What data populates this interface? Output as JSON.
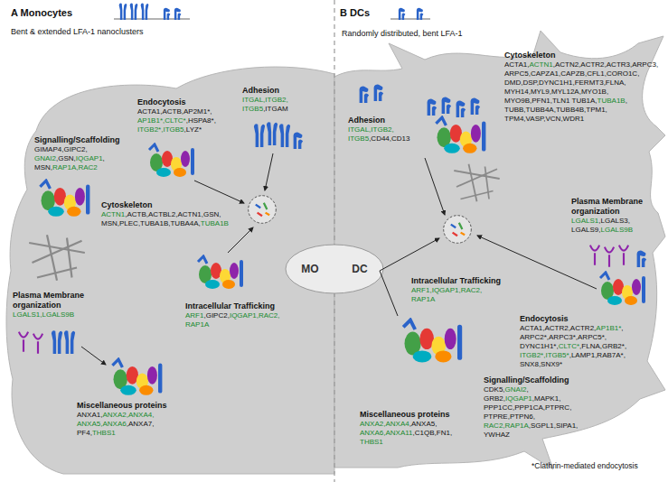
{
  "diagram": {
    "nodes": [
      {
        "text": [
          "A Monocytes"
        ]
      },
      {
        "text": [
          "Signalling/Scaffolding",
          "GIMAP4,GIPC2, ",
          "GNAI2",
          ",GSN,",
          "IQGAP1",
          ", MSN,",
          "RAP1A,RAC2"
        ],
        "in": 0
      },
      {
        "text": [
          "Endocytosis",
          "ACTA1,ACTB,AP2M1*, ",
          "AP1B1*,CLTC*",
          ",HSPA8*, ",
          "ITGB2*,ITGB5",
          ",LYZ*"
        ],
        "in": 0
      },
      {
        "text": [
          "Adhesion",
          "ITGAL,ITGB2, ITGB5",
          ",ITGAM"
        ],
        "in": 0
      },
      {
        "text": [
          "Cytoskeleton",
          "ACTN1",
          ",ACTB,ACTBL2,ACTN1,GSN, MSN,PLEC,TUBA1B,TUBA4A,",
          "TUBA1B"
        ],
        "in": 0
      },
      {
        "text": [
          "Plasma Membrane organization",
          "LGALS1,LGALS9B"
        ],
        "in": 0
      },
      {
        "text": [
          "Intracellular Trafficking",
          "ARF1",
          ",GIPC2,",
          "IQGAP1,RAC2, RAP1A"
        ],
        "in": 0
      },
      {
        "text": [
          "Miscellaneous proteins",
          "ANXA1,",
          "ANXA2,ANXA4, ANXA5,ANXA6",
          ",ANXA7, PF4,",
          "THBS1"
        ],
        "in": 0
      },
      {
        "text": [
          "MO",
          "DC"
        ]
      },
      {
        "text": [
          "B DCs"
        ]
      },
      {
        "text": [
          "Cytoskeleton",
          "ACTA1,",
          "ACTN1",
          ",ACTN2,ACTR2,ACTR3,ARPC3, ARPC5,CAPZA1,CAPZB,CFL1,CORO1C, DMD,DSP,DYNC1H1,FERMT3,FLNA, MYH14,MYL9,MYL12A,MYO1B, ",
          "MYO9B,PFN1,TLN1 TUB1A,",
          "TUBA1B",
          ", TUBB,TUBB4A,TUBB4B,TPM1, TPM4,VASP,VCN,WDR1"
        ],
        "in": 9
      },
      {
        "text": [
          "Adhesion",
          "ITGAL,ITGB2, ITGB5",
          ",CD44,CD13"
        ],
        "in": 9
      },
      {
        "text": [
          "Plasma Membrane organization",
          "LGALS1",
          ",LGALS3, LGALS9,",
          "LGALS9B"
        ],
        "in": 9
      },
      {
        "text": [
          "Intracellular Trafficking",
          "ARF1,IQGAP1,RAC2, RAP1A"
        ],
        "in": 9
      },
      {
        "text": [
          "Endocytosis",
          "ACTA1,ACTR2,ACTR2,",
          "AP1B1*",
          ", ARPC2*,ARPC3*,ARPC5*, DYNC1H1*,",
          "CLTC*",
          ",FLNA,GRB2*, ",
          "ITGB2*,ITGB5*",
          ",LAMP1,RAB7A*, SNX8,SNX9*"
        ],
        "in": 9
      },
      {
        "text": [
          "Signalling/Scaffolding",
          "CDK5,",
          "GNAI2",
          ", GRB2,",
          "IQGAP1",
          ",MAPK1, PPP1CC,PPP1CA,PTPRC, PTPRE,PTPN6, ",
          "RAC2,RAP1A",
          ",SGPL1,SIPA1, YWHAZ"
        ],
        "in": 9
      },
      {
        "text": [
          "Miscellaneous proteins",
          "ANXA2,ANXA4",
          ",ANXA5, ",
          "ANXA6,ANXA11",
          ",C1QB,FN1, ",
          "THBS1"
        ],
        "in": 9
      }
    ],
    "labels": [
      "Bent & extended LFA-1 nanoclusters",
      "Randomly distributed, bent LFA-1",
      "*Clathrin-mediated endocytosis"
    ]
  }
}
